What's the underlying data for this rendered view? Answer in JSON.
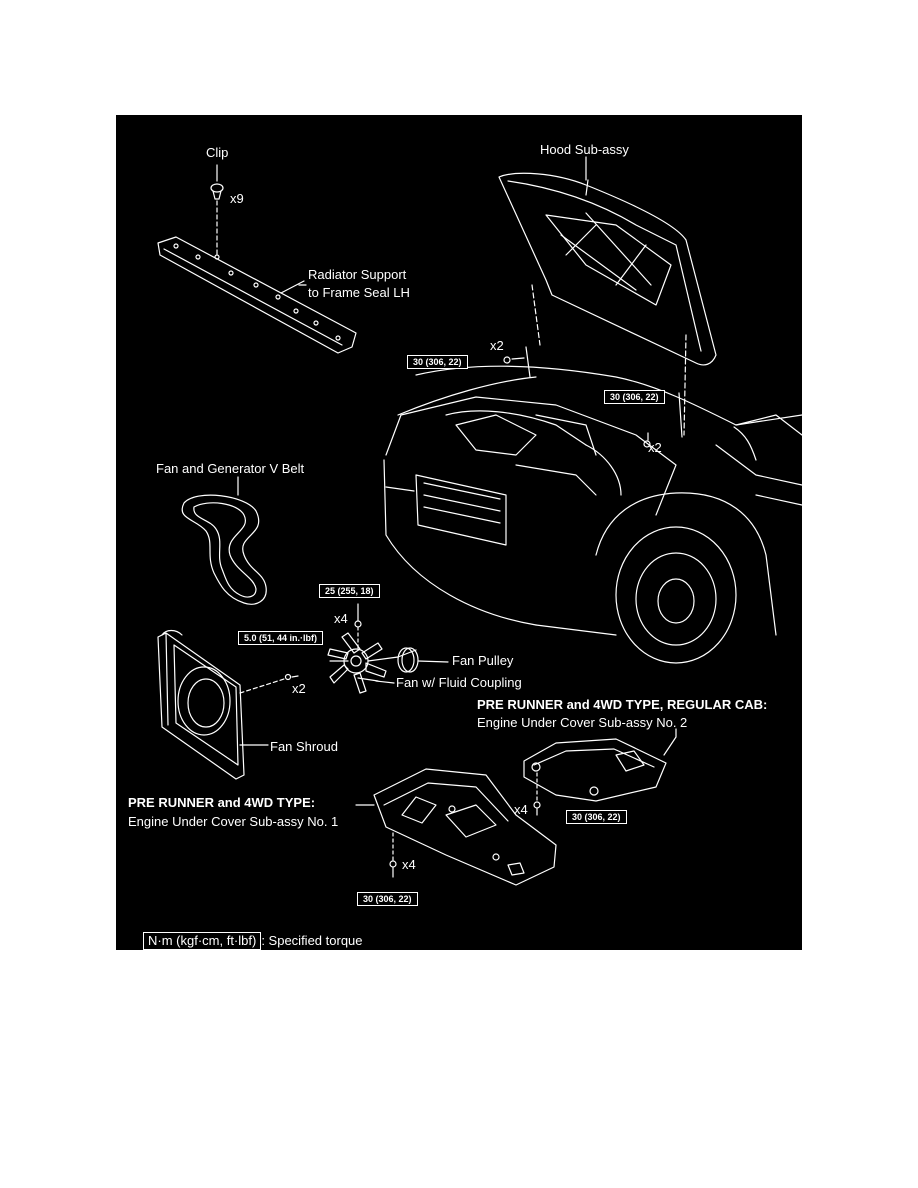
{
  "labels": {
    "clip": "Clip",
    "clip_qty": "x9",
    "hood": "Hood  Sub-assy",
    "radiator_seal_line1": "Radiator Support",
    "radiator_seal_line2": "to Frame Seal LH",
    "hood_qty_left": "x2",
    "hood_qty_right": "x2",
    "v_belt": "Fan and Generator V Belt",
    "fan_nut_qty": "x4",
    "shroud_bolt_qty": "x2",
    "fan_pulley": "Fan Pulley",
    "fan_coupling": "Fan w/ Fluid Coupling",
    "fan_shroud": "Fan Shroud",
    "regcab_heading": "PRE RUNNER and 4WD TYPE, REGULAR CAB:",
    "regcab_part": "Engine Under Cover Sub-assy No. 2",
    "regcab_qty": "x4",
    "type_heading": "PRE RUNNER and 4WD TYPE:",
    "type_part": "Engine Under Cover Sub-assy No. 1",
    "cover1_qty": "x4"
  },
  "torques": {
    "hood_left": "30 (306, 22)",
    "hood_right": "30 (306, 22)",
    "fan_nut": "25 (255, 18)",
    "shroud_bolt": "5.0 (51, 44 in.·lbf)",
    "cover2": "30 (306, 22)",
    "cover1": "30 (306, 22)"
  },
  "legend": {
    "unit": "N·m (kgf·cm, ft·lbf)",
    "text": ": Specified torque"
  }
}
